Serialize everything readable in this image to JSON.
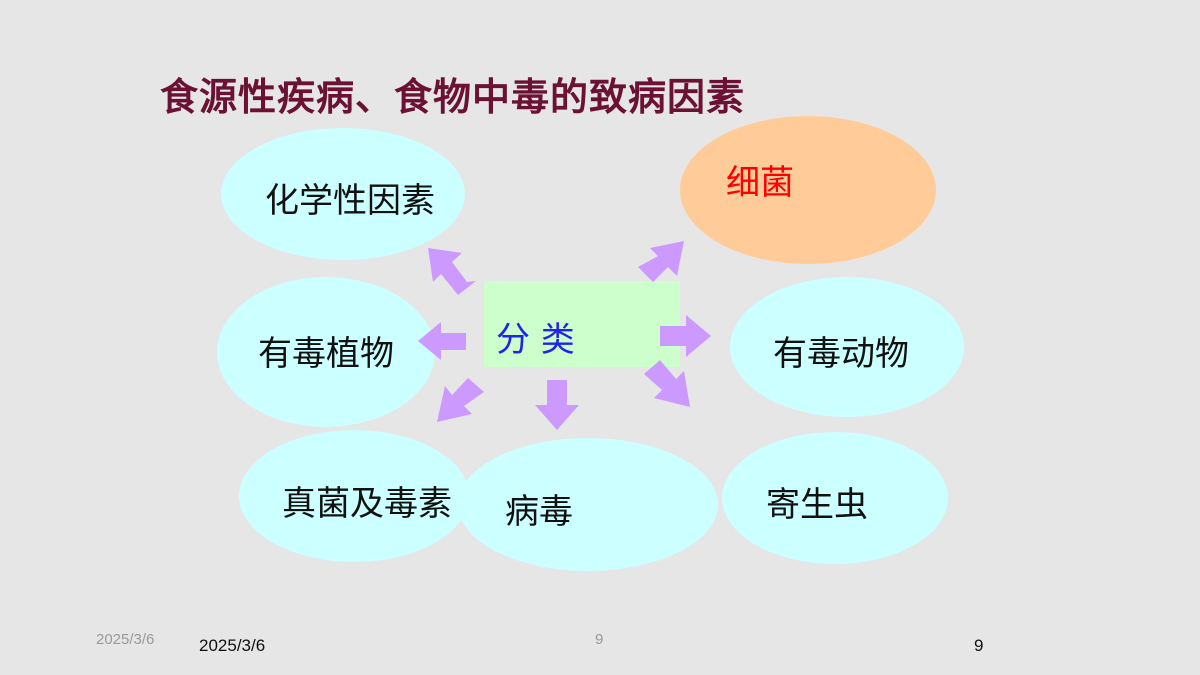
{
  "slide": {
    "title": "食源性疾病、食物中毒的致病因素",
    "center_label": "分  类",
    "nodes": {
      "chemical": "化学性因素",
      "bacteria": "细菌",
      "toxic_plants": "有毒植物",
      "toxic_animals": "有毒动物",
      "fungi": "真菌及毒素",
      "virus": "病毒",
      "parasites": "寄生虫"
    },
    "colors": {
      "title": "#6b1234",
      "ellipse_fill": "#ccffff",
      "bacteria_fill": "#ffcc99",
      "bacteria_text": "#ff0000",
      "center_fill": "#ccffcc",
      "center_text": "#2222ee",
      "arrow": "#cc99ff",
      "background": "#e6e6e6"
    }
  },
  "footer": {
    "date_faint": "2025/3/6",
    "date": "2025/3/6",
    "page_faint": "9",
    "page": "9"
  }
}
